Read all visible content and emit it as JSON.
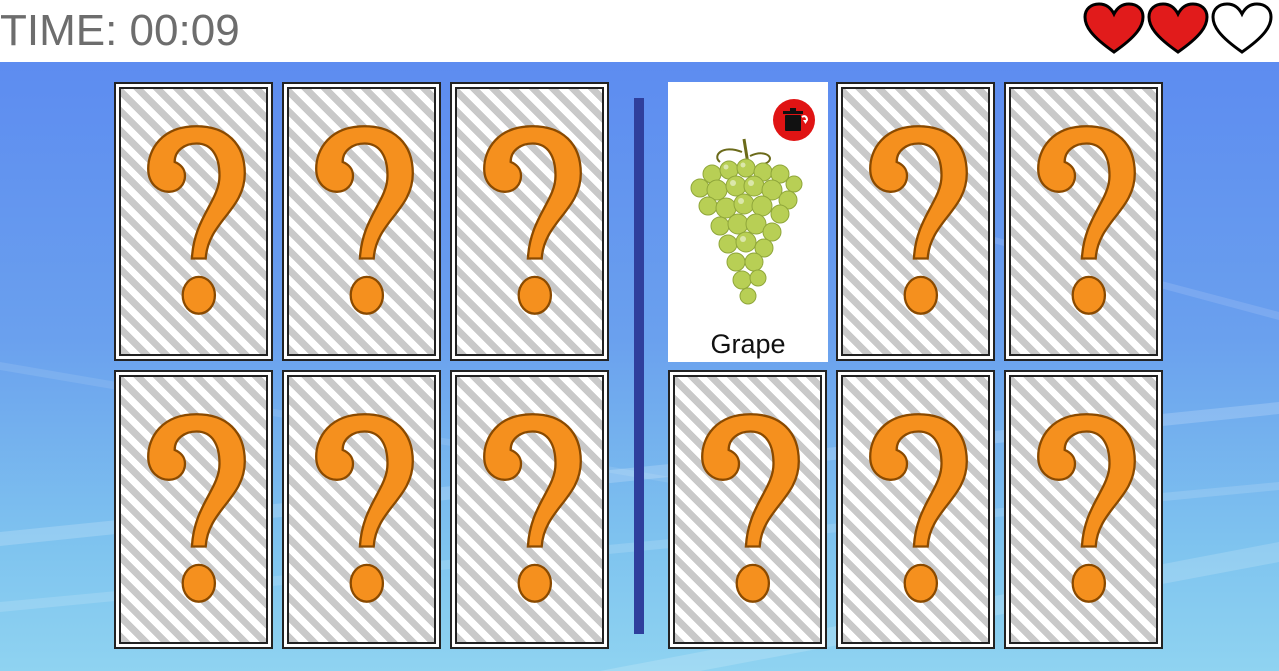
{
  "header": {
    "timer_text": "TIME: 00:09",
    "lives": {
      "total": 3,
      "remaining": 2
    }
  },
  "colors": {
    "heart_full": "#e11b1b",
    "question_mark": "#f5901e",
    "divider": "#2f3f9c",
    "badge": "#e01414",
    "timer_text": "#6d6d6d"
  },
  "cards": [
    {
      "state": "hidden",
      "row": 1,
      "col": 1
    },
    {
      "state": "hidden",
      "row": 1,
      "col": 2
    },
    {
      "state": "hidden",
      "row": 1,
      "col": 3
    },
    {
      "state": "revealed",
      "row": 1,
      "col": 4,
      "label": "Grape",
      "image": "green-grape-bunch",
      "badge_icon": "recycle-bin-icon"
    },
    {
      "state": "hidden",
      "row": 1,
      "col": 5
    },
    {
      "state": "hidden",
      "row": 1,
      "col": 6
    },
    {
      "state": "hidden",
      "row": 2,
      "col": 1
    },
    {
      "state": "hidden",
      "row": 2,
      "col": 2
    },
    {
      "state": "hidden",
      "row": 2,
      "col": 3
    },
    {
      "state": "hidden",
      "row": 2,
      "col": 4
    },
    {
      "state": "hidden",
      "row": 2,
      "col": 5
    },
    {
      "state": "hidden",
      "row": 2,
      "col": 6
    }
  ]
}
